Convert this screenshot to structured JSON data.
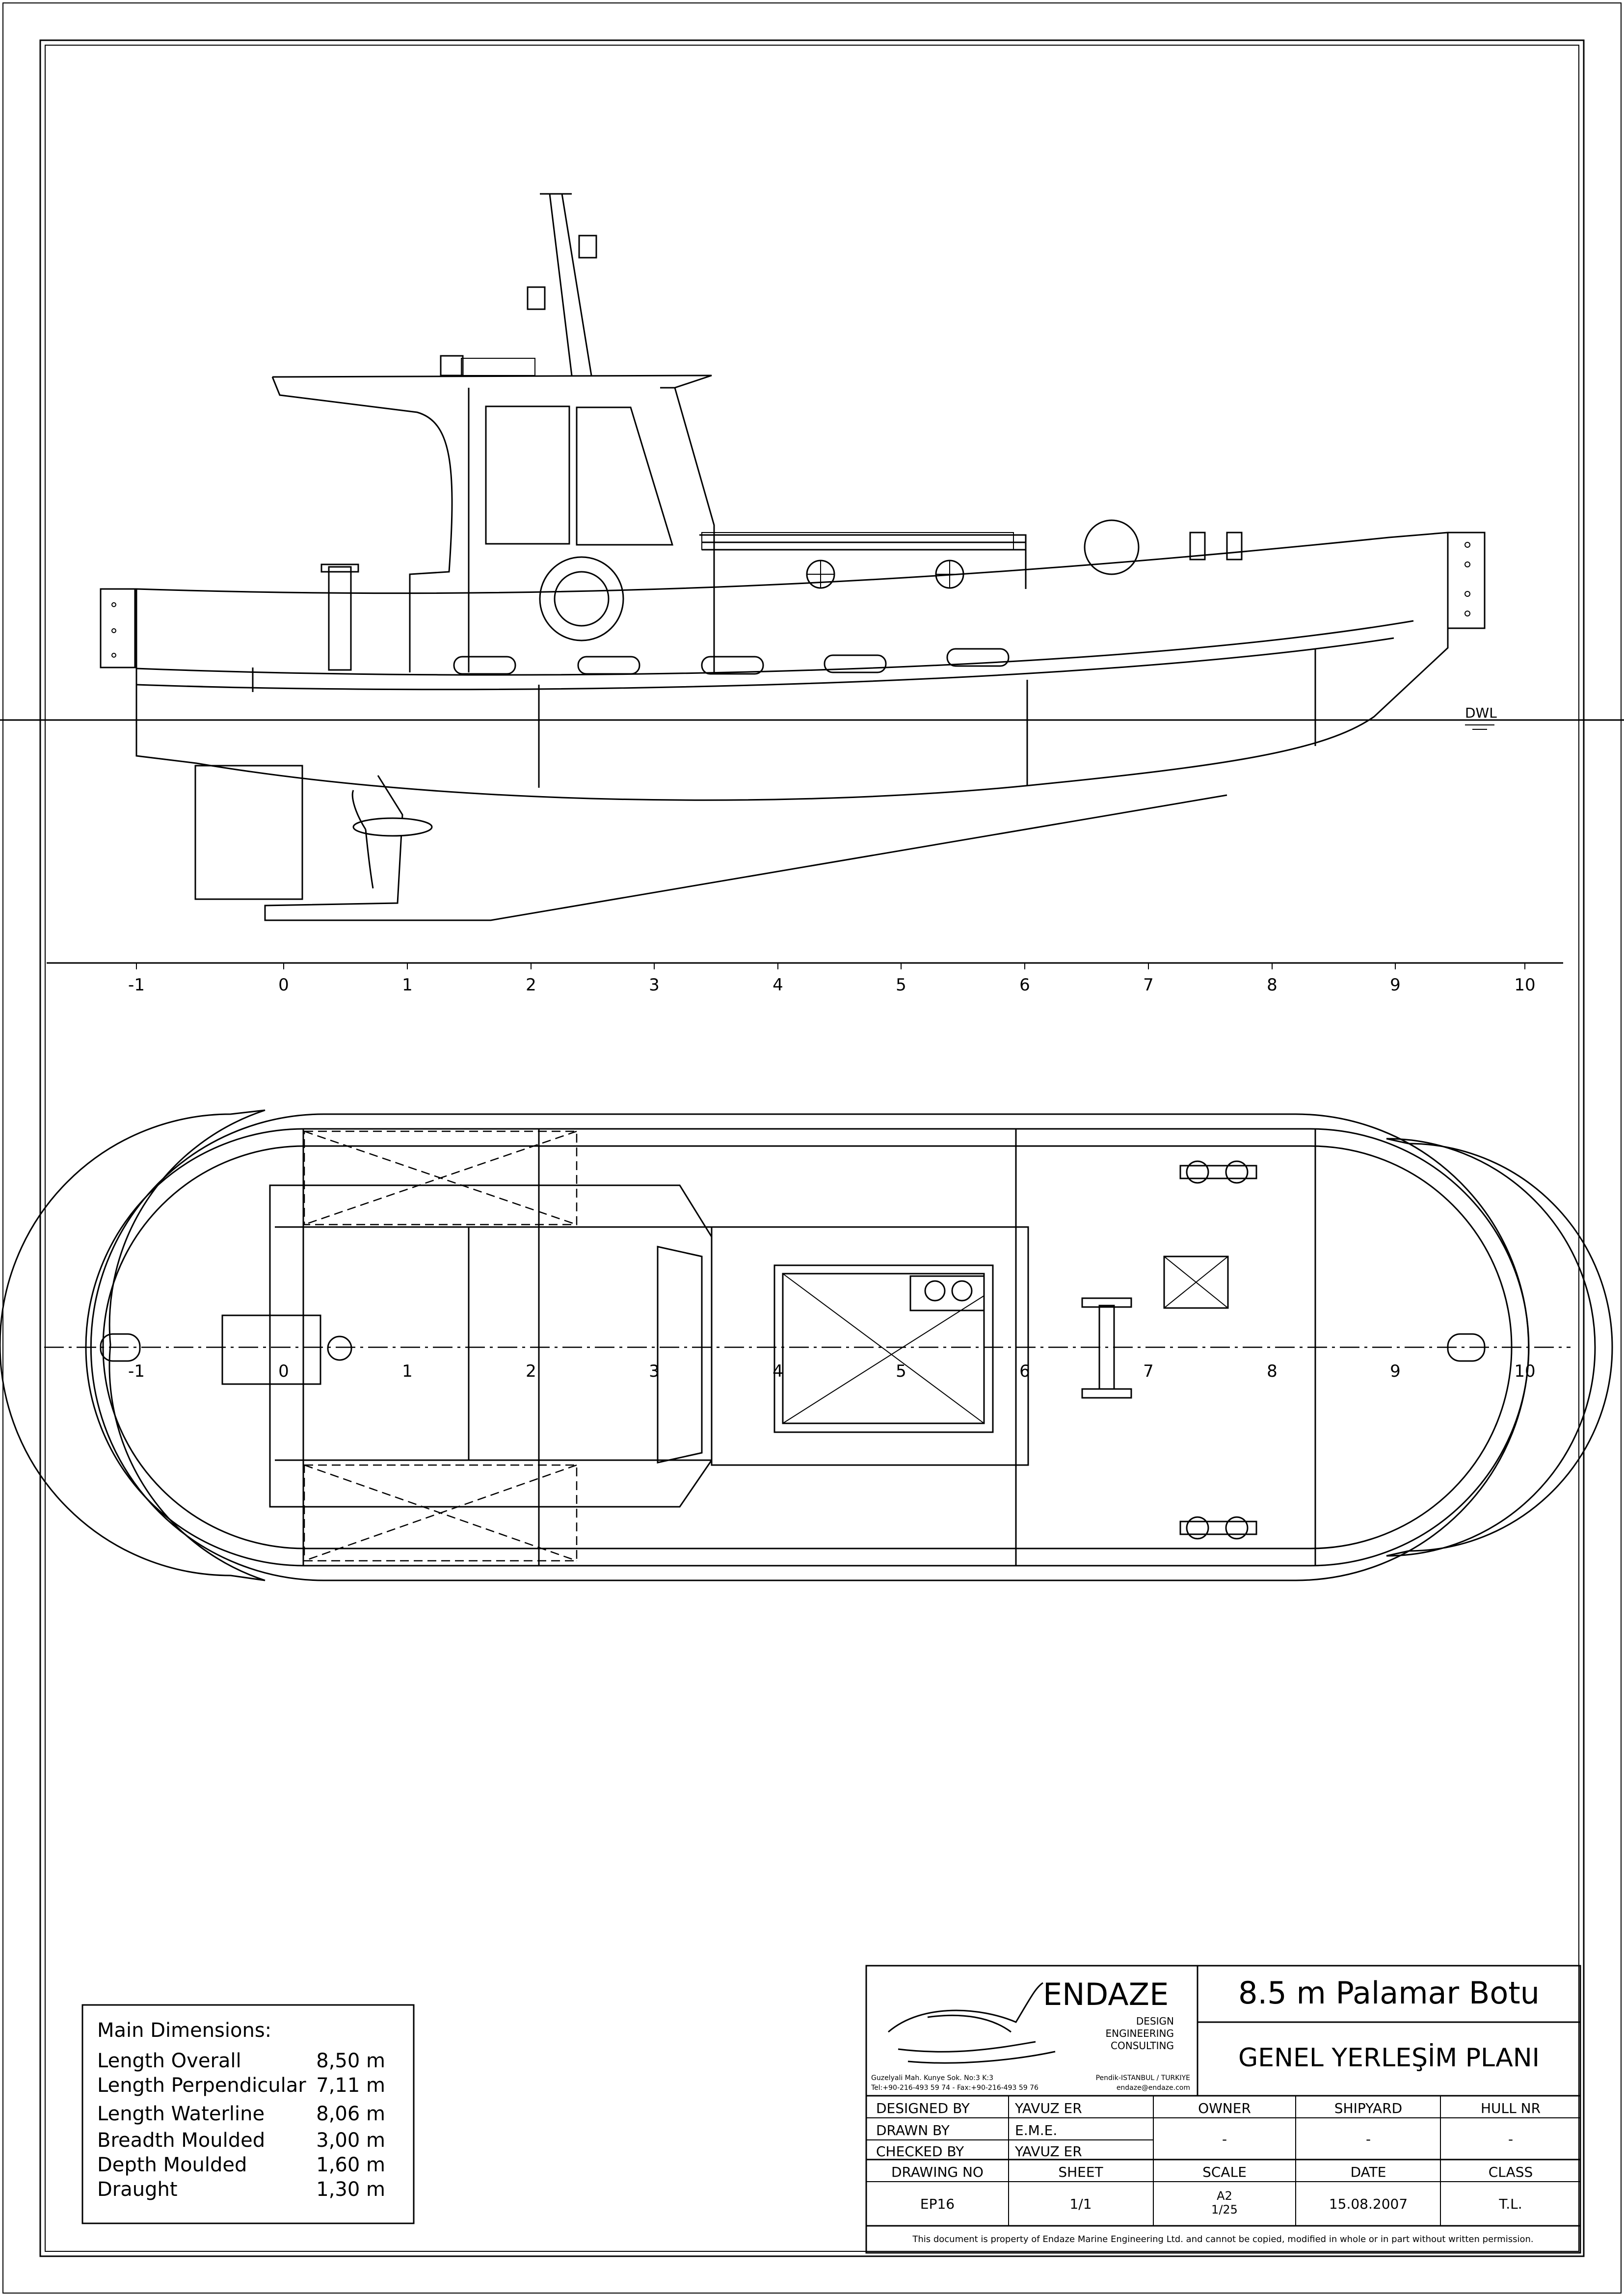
{
  "profile": {
    "waterline_label": "DWL",
    "frame_labels": [
      "-1",
      "0",
      "1",
      "2",
      "3",
      "4",
      "5",
      "6",
      "7",
      "8",
      "9",
      "10"
    ]
  },
  "plan": {
    "frame_labels": [
      "-1",
      "0",
      "1",
      "2",
      "3",
      "4",
      "5",
      "6",
      "7",
      "8",
      "9",
      "10"
    ]
  },
  "main_dimensions": {
    "title": "Main Dimensions:",
    "rows": [
      {
        "label": "Length Overall",
        "value": "8,50 m"
      },
      {
        "label": "Length Perpendicular",
        "value": "7,11 m"
      },
      {
        "label": "Length Waterline",
        "value": "8,06 m"
      },
      {
        "label": "Breadth Moulded",
        "value": "3,00 m"
      },
      {
        "label": "Depth Moulded",
        "value": "1,60 m"
      },
      {
        "label": "Draught",
        "value": "1,30 m"
      }
    ]
  },
  "title_block": {
    "company": "ENDAZE",
    "services": [
      "DESIGN",
      "ENGINEERING",
      "CONSULTING"
    ],
    "address_line1": "Guzelyali Mah. Kunye Sok. No:3 K:3",
    "address_city": "Pendik-ISTANBUL / TURKIYE",
    "address_line2": "Tel:+90-216-493 59 74 - Fax:+90-216-493 59 76",
    "email": "endaze@endaze.com",
    "project_title": "8.5 m Palamar Botu",
    "drawing_title": "GENEL YERLEŞİM PLANI",
    "designed_by_label": "DESIGNED BY",
    "designed_by": "YAVUZ ER",
    "drawn_by_label": "DRAWN BY",
    "drawn_by": "E.M.E.",
    "checked_by_label": "CHECKED BY",
    "checked_by": "YAVUZ ER",
    "owner_label": "OWNER",
    "owner": "-",
    "shipyard_label": "SHIPYARD",
    "shipyard": "-",
    "hull_nr_label": "HULL NR",
    "hull_nr": "-",
    "drawing_no_label": "DRAWING NO",
    "drawing_no": "EP16",
    "sheet_label": "SHEET",
    "sheet": "1/1",
    "scale_label": "SCALE",
    "scale_paper": "A2",
    "scale_ratio": "1/25",
    "date_label": "DATE",
    "date": "15.08.2007",
    "class_label": "CLASS",
    "class": "T.L.",
    "disclaimer": "This document is property of  Endaze Marine Engineering Ltd. and cannot be copied, modified in whole or in part without written permission."
  }
}
